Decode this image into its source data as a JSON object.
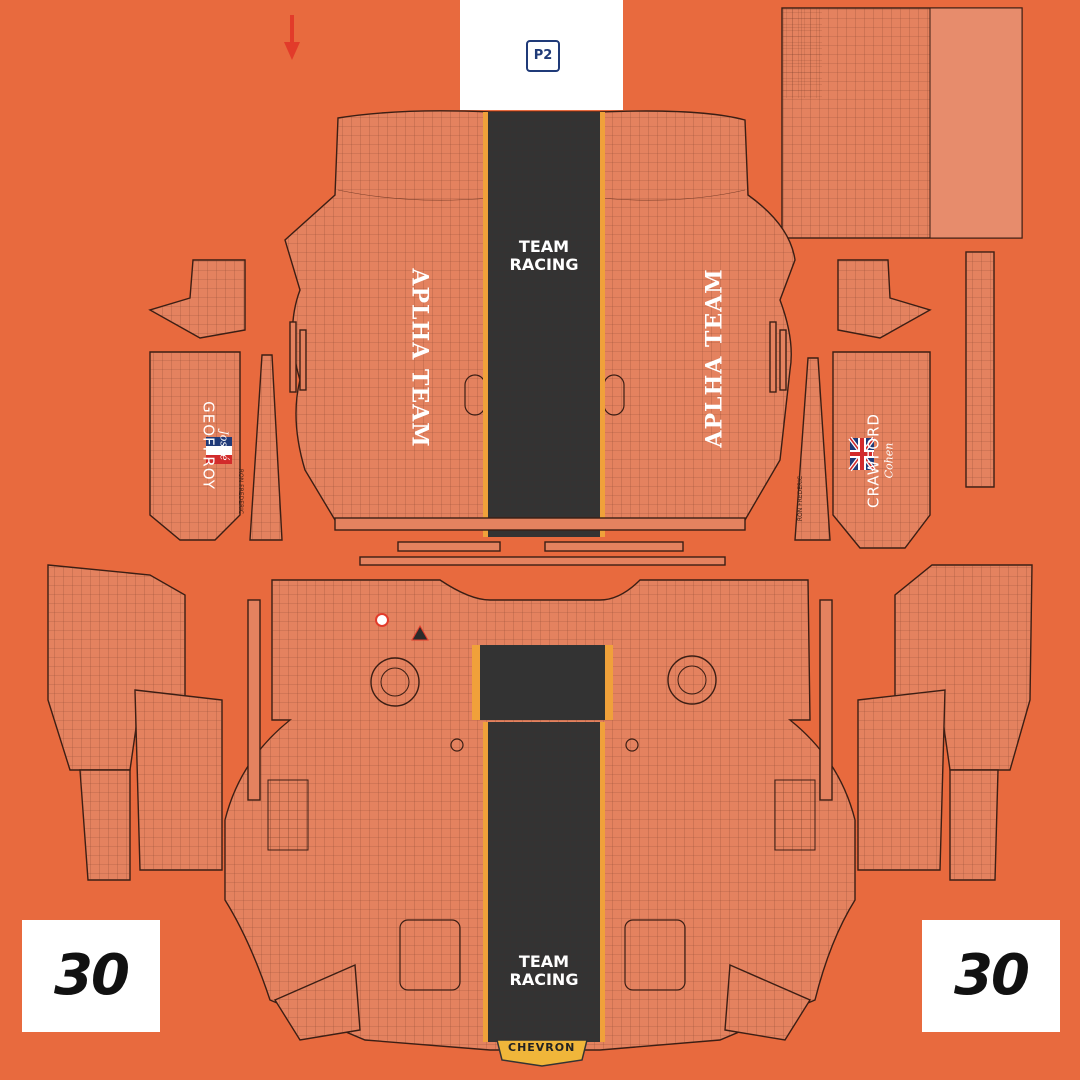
{
  "livery": {
    "class_badge": "P2",
    "stripe_text_top": [
      "TEAM",
      "RACING"
    ],
    "stripe_text_bottom": [
      "TEAM",
      "RACING"
    ],
    "side_text_left": "APLHA TEAM",
    "side_text_right": "APLHA TEAM",
    "race_number_left": "30",
    "race_number_right": "30",
    "driver_left": {
      "first": "Josué",
      "last": "GEOFFROY",
      "flag": "france-flag-icon",
      "small_text": "RON FREDERIC"
    },
    "driver_right": {
      "first": "Cohen",
      "last": "CRAWFORD",
      "flag": "uk-flag-icon",
      "small_text": "RON FREDERIC"
    },
    "brand": "CHEVRON",
    "colors": {
      "base": "#e86a3e",
      "panel": "#e4825f",
      "stripe": "#333333",
      "pinstripe": "#f0a13a",
      "marker": "#e23b2a"
    }
  }
}
